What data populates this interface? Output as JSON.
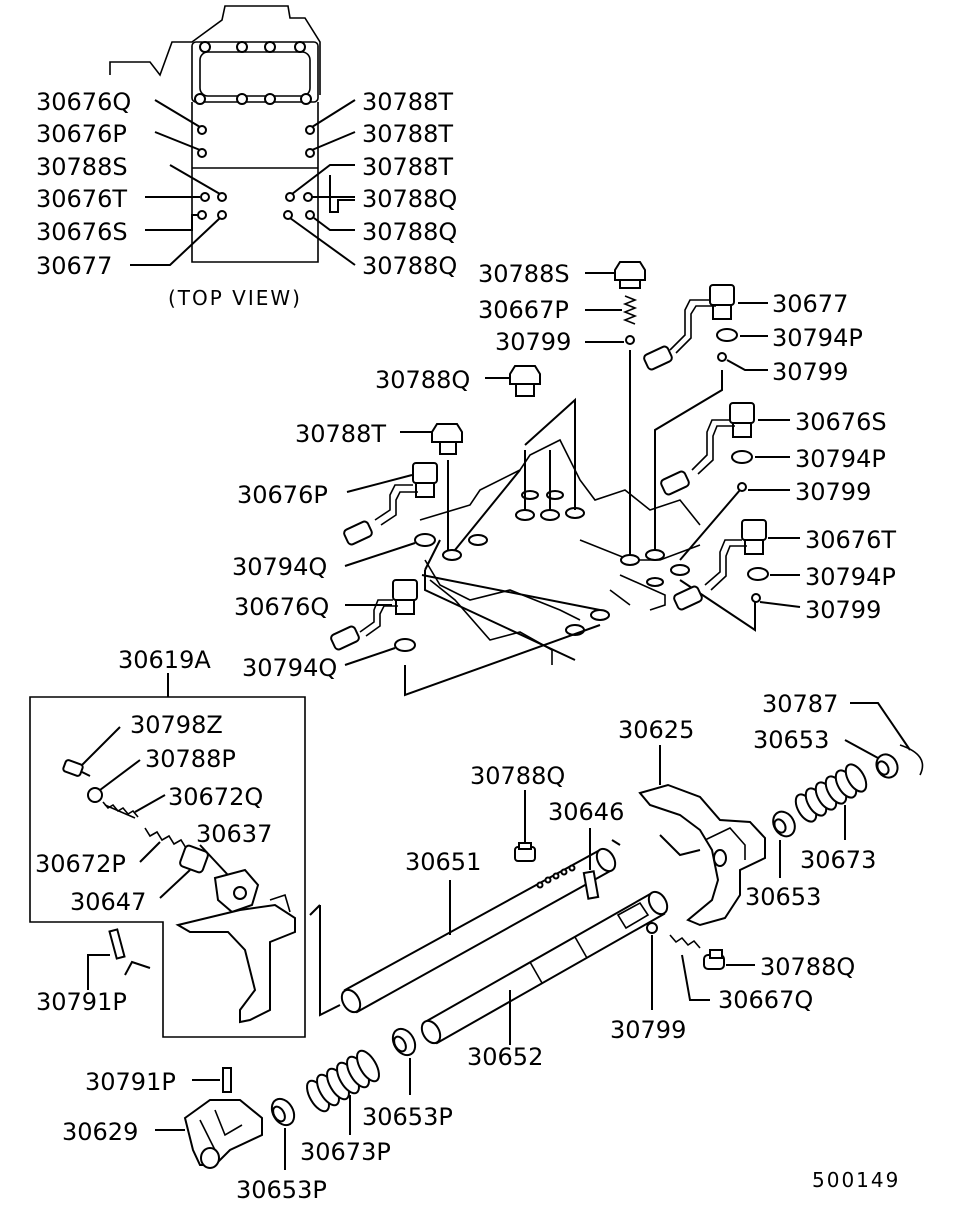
{
  "diagram_id": "500149",
  "top_view_label": "(TOP VIEW)",
  "labels": {
    "tv_30676Q": "30676Q",
    "tv_30676P": "30676P",
    "tv_30788S": "30788S",
    "tv_30676T": "30676T",
    "tv_30676S": "30676S",
    "tv_30677": "30677",
    "tv_30788T_1": "30788T",
    "tv_30788T_2": "30788T",
    "tv_30788T_3": "30788T",
    "tv_30788Q_1": "30788Q",
    "tv_30788Q_2": "30788Q",
    "tv_30788Q_3": "30788Q",
    "v_30788S": "30788S",
    "v_30667P": "30667P",
    "v_30799_c": "30799",
    "v_30677": "30677",
    "v_30794P_1": "30794P",
    "v_30799_1": "30799",
    "v_30788Q": "30788Q",
    "v_30788T": "30788T",
    "v_30676S": "30676S",
    "v_30794P_2": "30794P",
    "v_30676P": "30676P",
    "v_30799_2": "30799",
    "v_30676T": "30676T",
    "v_30794Q_1": "30794Q",
    "v_30794P_3": "30794P",
    "v_30676Q": "30676Q",
    "v_30799_3": "30799",
    "v_30794Q_2": "30794Q",
    "s_30619A": "30619A",
    "s_30798Z": "30798Z",
    "s_30788P": "30788P",
    "s_30672Q": "30672Q",
    "s_30637": "30637",
    "s_30672P": "30672P",
    "s_30647": "30647",
    "s_30791P_1": "30791P",
    "s_30787": "30787",
    "s_30625": "30625",
    "s_30653_1": "30653",
    "s_30788Q_1": "30788Q",
    "s_30646": "30646",
    "s_30673": "30673",
    "s_30651": "30651",
    "s_30653_2": "30653",
    "s_30788Q_2": "30788Q",
    "s_30667Q": "30667Q",
    "s_30799": "30799",
    "s_30652": "30652",
    "s_30791P_2": "30791P",
    "s_30653P_1": "30653P",
    "s_30629": "30629",
    "s_30673P": "30673P",
    "s_30653P_2": "30653P"
  }
}
